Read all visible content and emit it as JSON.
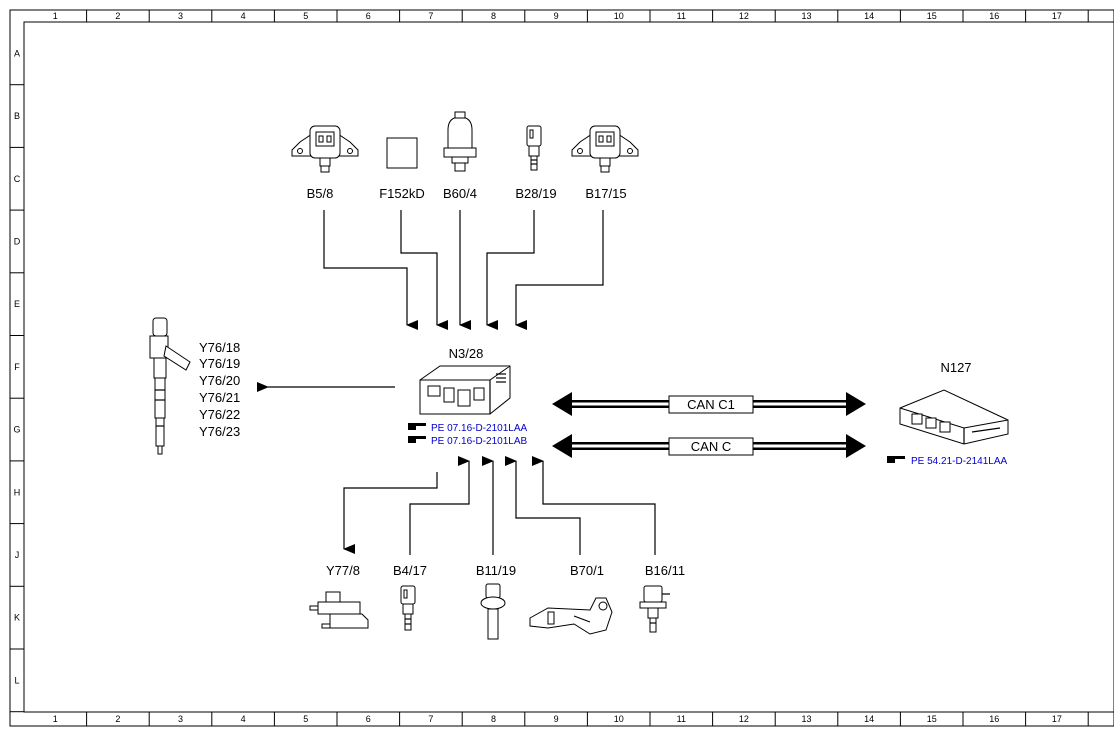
{
  "grid": {
    "columns": [
      "1",
      "2",
      "3",
      "4",
      "5",
      "6",
      "7",
      "8",
      "9",
      "10",
      "11",
      "12",
      "13",
      "14",
      "15",
      "16",
      "17"
    ],
    "rows": [
      "A",
      "B",
      "C",
      "D",
      "E",
      "F",
      "G",
      "H",
      "J",
      "K",
      "L"
    ]
  },
  "components": {
    "top": [
      "B5/8",
      "F152kD",
      "B60/4",
      "B28/19",
      "B17/15"
    ],
    "center": "N3/28",
    "center_refs": [
      "PE 07.16-D-2101LAA",
      "PE 07.16-D-2101LAB"
    ],
    "injectors": [
      "Y76/18",
      "Y76/19",
      "Y76/20",
      "Y76/21",
      "Y76/22",
      "Y76/23"
    ],
    "right": "N127",
    "right_ref": "PE 54.21-D-2141LAA",
    "bottom": [
      "Y77/8",
      "B4/17",
      "B11/19",
      "B70/1",
      "B16/11"
    ]
  },
  "buses": [
    "CAN C1",
    "CAN C"
  ],
  "colors": {
    "ref_link": "#0000cc",
    "line": "#000000"
  }
}
